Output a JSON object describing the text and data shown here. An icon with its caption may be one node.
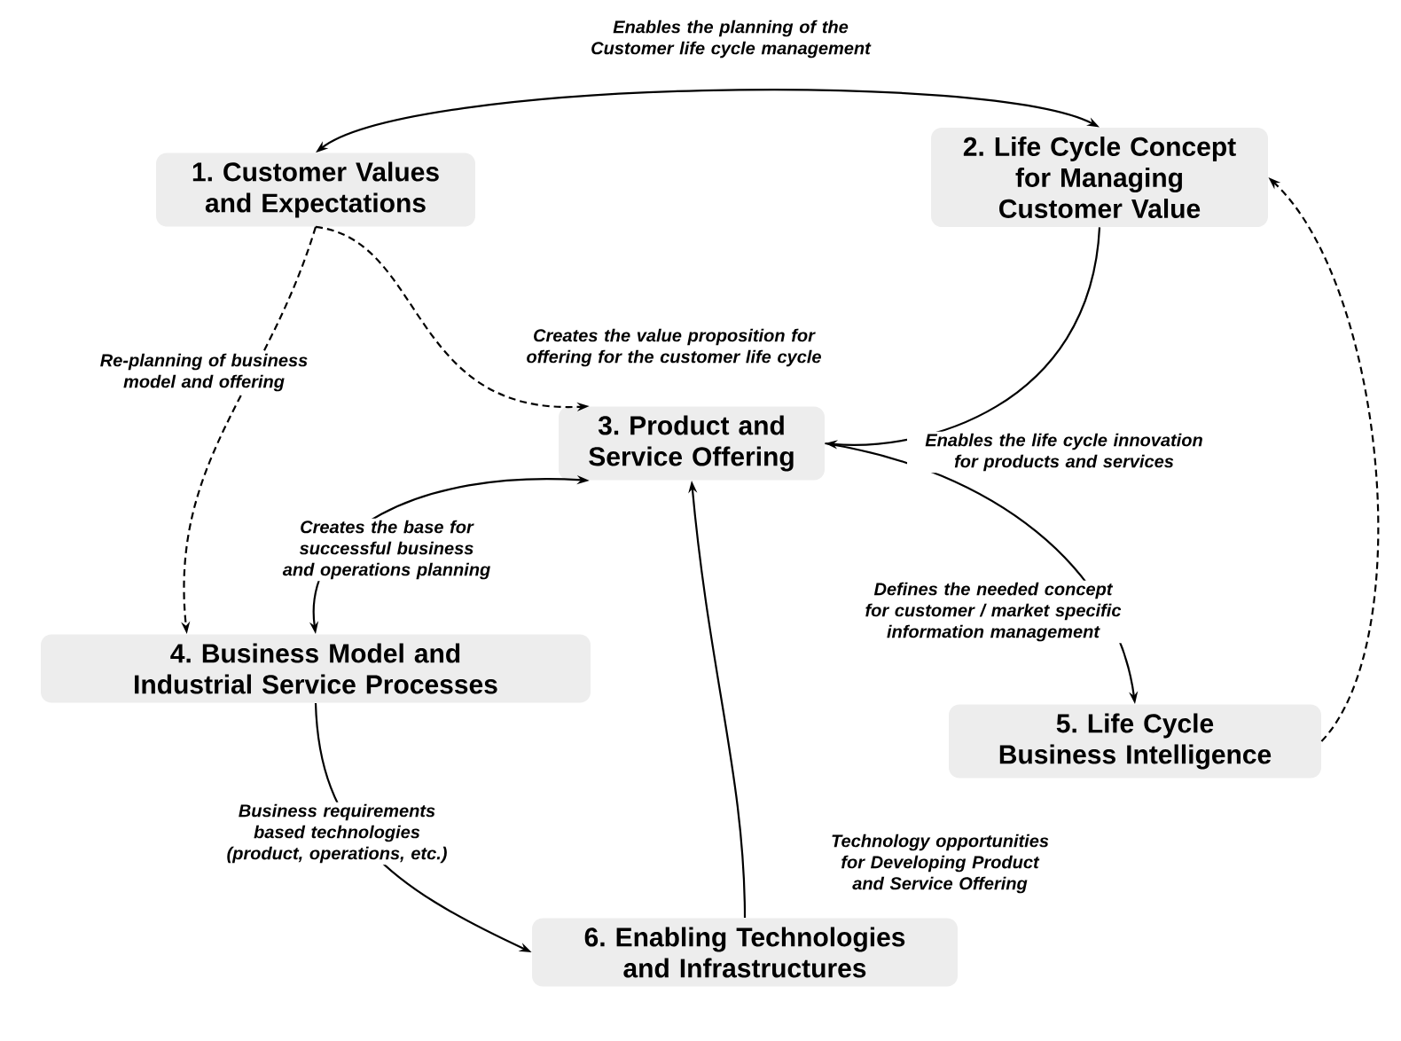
{
  "diagram": {
    "nodes": [
      {
        "text": [
          "1. Customer Values and Expectations"
        ]
      },
      {
        "text": [
          "2. Life Cycle Concept for Managing Customer Value"
        ]
      },
      {
        "text": [
          "3. Product and Service Offering"
        ]
      },
      {
        "text": [
          "4. Business Model and Industrial Service Processes"
        ]
      },
      {
        "text": [
          "5. Life Cycle Business Intelligence"
        ]
      },
      {
        "text": [
          "6. Enabling Technologies and Infrastructures"
        ]
      }
    ],
    "edges": [
      {
        "from": 0,
        "to": 1,
        "arrow": "both",
        "label": "Enables the planning of the Customer life cycle management"
      },
      {
        "from": 0,
        "to": 2,
        "arrow": "to",
        "style": "dashed",
        "label": "Creates the value proposition for offering for the customer life cycle"
      },
      {
        "from": 0,
        "to": 3,
        "arrow": "to",
        "style": "dashed",
        "label": "Re-planning of business model and offering"
      },
      {
        "from": 1,
        "to": 2,
        "arrow": "to",
        "label": "Enables the life cycle innovation for products and services"
      },
      {
        "from": 2,
        "to": 3,
        "arrow": "both",
        "label": "Creates the base for successful business and operations planning"
      },
      {
        "from": 2,
        "to": 4,
        "arrow": "to",
        "label": "Defines the needed concept for customer / market specific information management"
      },
      {
        "from": 4,
        "to": 1,
        "arrow": "to",
        "style": "dashed"
      },
      {
        "from": 3,
        "to": 5,
        "arrow": "to",
        "label": "Business requirements based technologies (product, operations, etc.)"
      },
      {
        "from": 5,
        "to": 2,
        "arrow": "to",
        "label": "Technology opportunities for Developing Product and Service Offering"
      }
    ]
  }
}
